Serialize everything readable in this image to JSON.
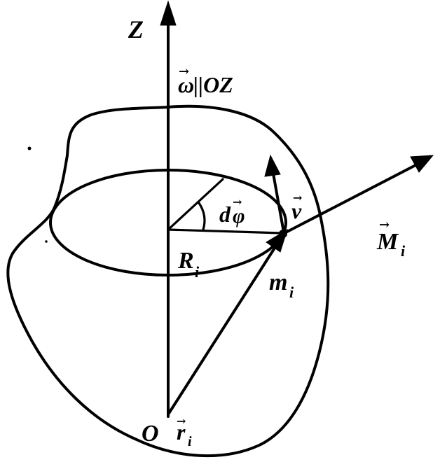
{
  "diagram": {
    "labels": {
      "z_axis": "Z",
      "omega_main": "ω",
      "omega_rest": "||OZ",
      "dphi_d": "d",
      "dphi_phi": "φ",
      "v": "v",
      "M_main": "M",
      "M_sub": "i",
      "R_main": "R",
      "R_sub": "i",
      "m_main": "m",
      "m_sub": "i",
      "origin": "O",
      "r_main": "r",
      "r_sub": "i",
      "vec_arrow": "→"
    }
  }
}
